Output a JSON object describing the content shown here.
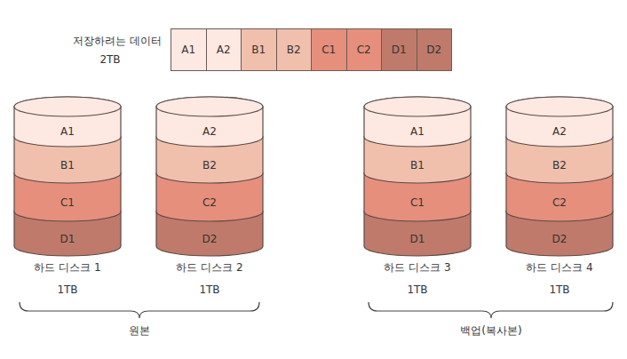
{
  "diagram": {
    "nodes": [
      {
        "text": [
          "A1"
        ]
      },
      {
        "text": [
          "A2"
        ]
      },
      {
        "text": [
          "B1"
        ]
      },
      {
        "text": [
          "B2"
        ]
      },
      {
        "text": [
          "C1"
        ]
      },
      {
        "text": [
          "C2"
        ]
      },
      {
        "text": [
          "D1"
        ]
      },
      {
        "text": [
          "D2"
        ]
      },
      {
        "text": [
          "하드 디스크 1",
          "1TB"
        ]
      },
      {
        "text": [
          "A1"
        ],
        "in": 8
      },
      {
        "text": [
          "B1"
        ],
        "in": 8
      },
      {
        "text": [
          "C1"
        ],
        "in": 8
      },
      {
        "text": [
          "D1"
        ],
        "in": 8
      },
      {
        "text": [
          "하드 디스크 2",
          "1TB"
        ]
      },
      {
        "text": [
          "A2"
        ],
        "in": 13
      },
      {
        "text": [
          "B2"
        ],
        "in": 13
      },
      {
        "text": [
          "C2"
        ],
        "in": 13
      },
      {
        "text": [
          "D2"
        ],
        "in": 13
      },
      {
        "text": [
          "하드 디스크 3",
          "1TB"
        ]
      },
      {
        "text": [
          "A1"
        ],
        "in": 18
      },
      {
        "text": [
          "B1"
        ],
        "in": 18
      },
      {
        "text": [
          "C1"
        ],
        "in": 18
      },
      {
        "text": [
          "D1"
        ],
        "in": 18
      },
      {
        "text": [
          "하드 디스크 4",
          "1TB"
        ]
      },
      {
        "text": [
          "A2"
        ],
        "in": 23
      },
      {
        "text": [
          "B2"
        ],
        "in": 23
      },
      {
        "text": [
          "C2"
        ],
        "in": 23
      },
      {
        "text": [
          "D2"
        ],
        "in": 23
      }
    ],
    "labels": [
      "저장하려는 데이터",
      "2TB",
      "원본",
      "백업(복사본)"
    ]
  }
}
